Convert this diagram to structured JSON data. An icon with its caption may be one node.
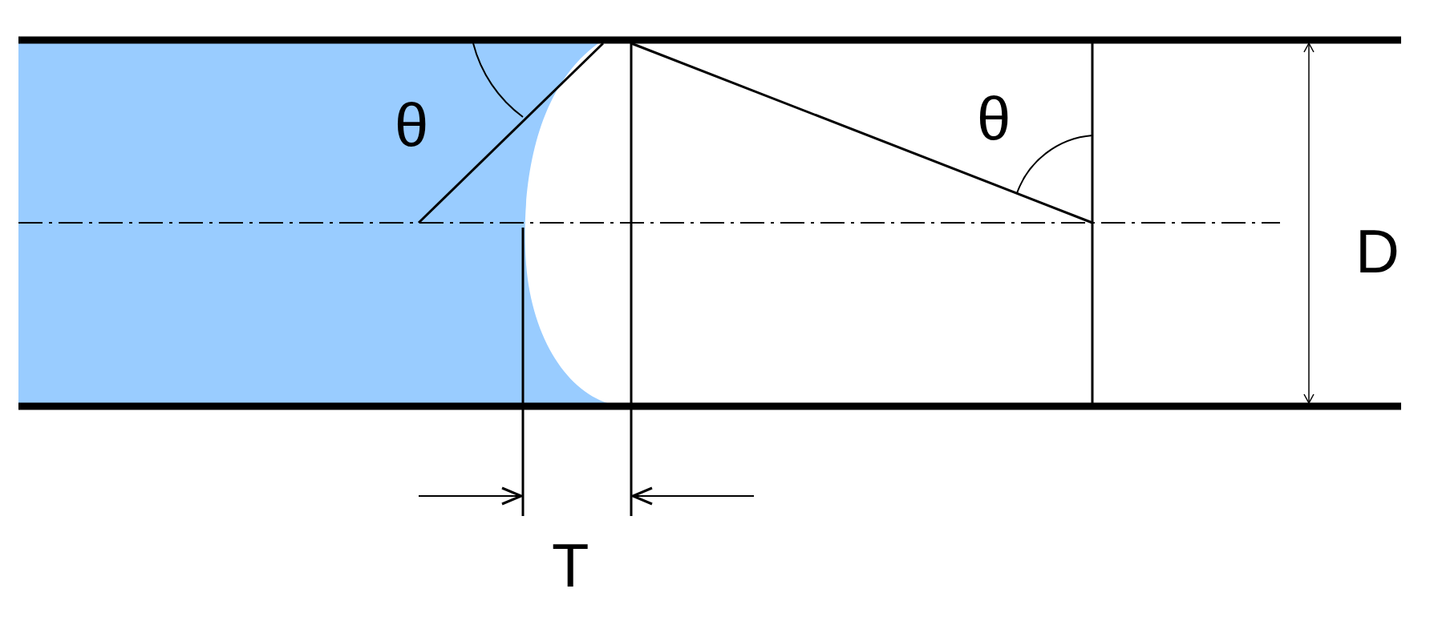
{
  "diagram": {
    "labels": [
      "θ",
      "θ",
      "D",
      "T"
    ]
  }
}
